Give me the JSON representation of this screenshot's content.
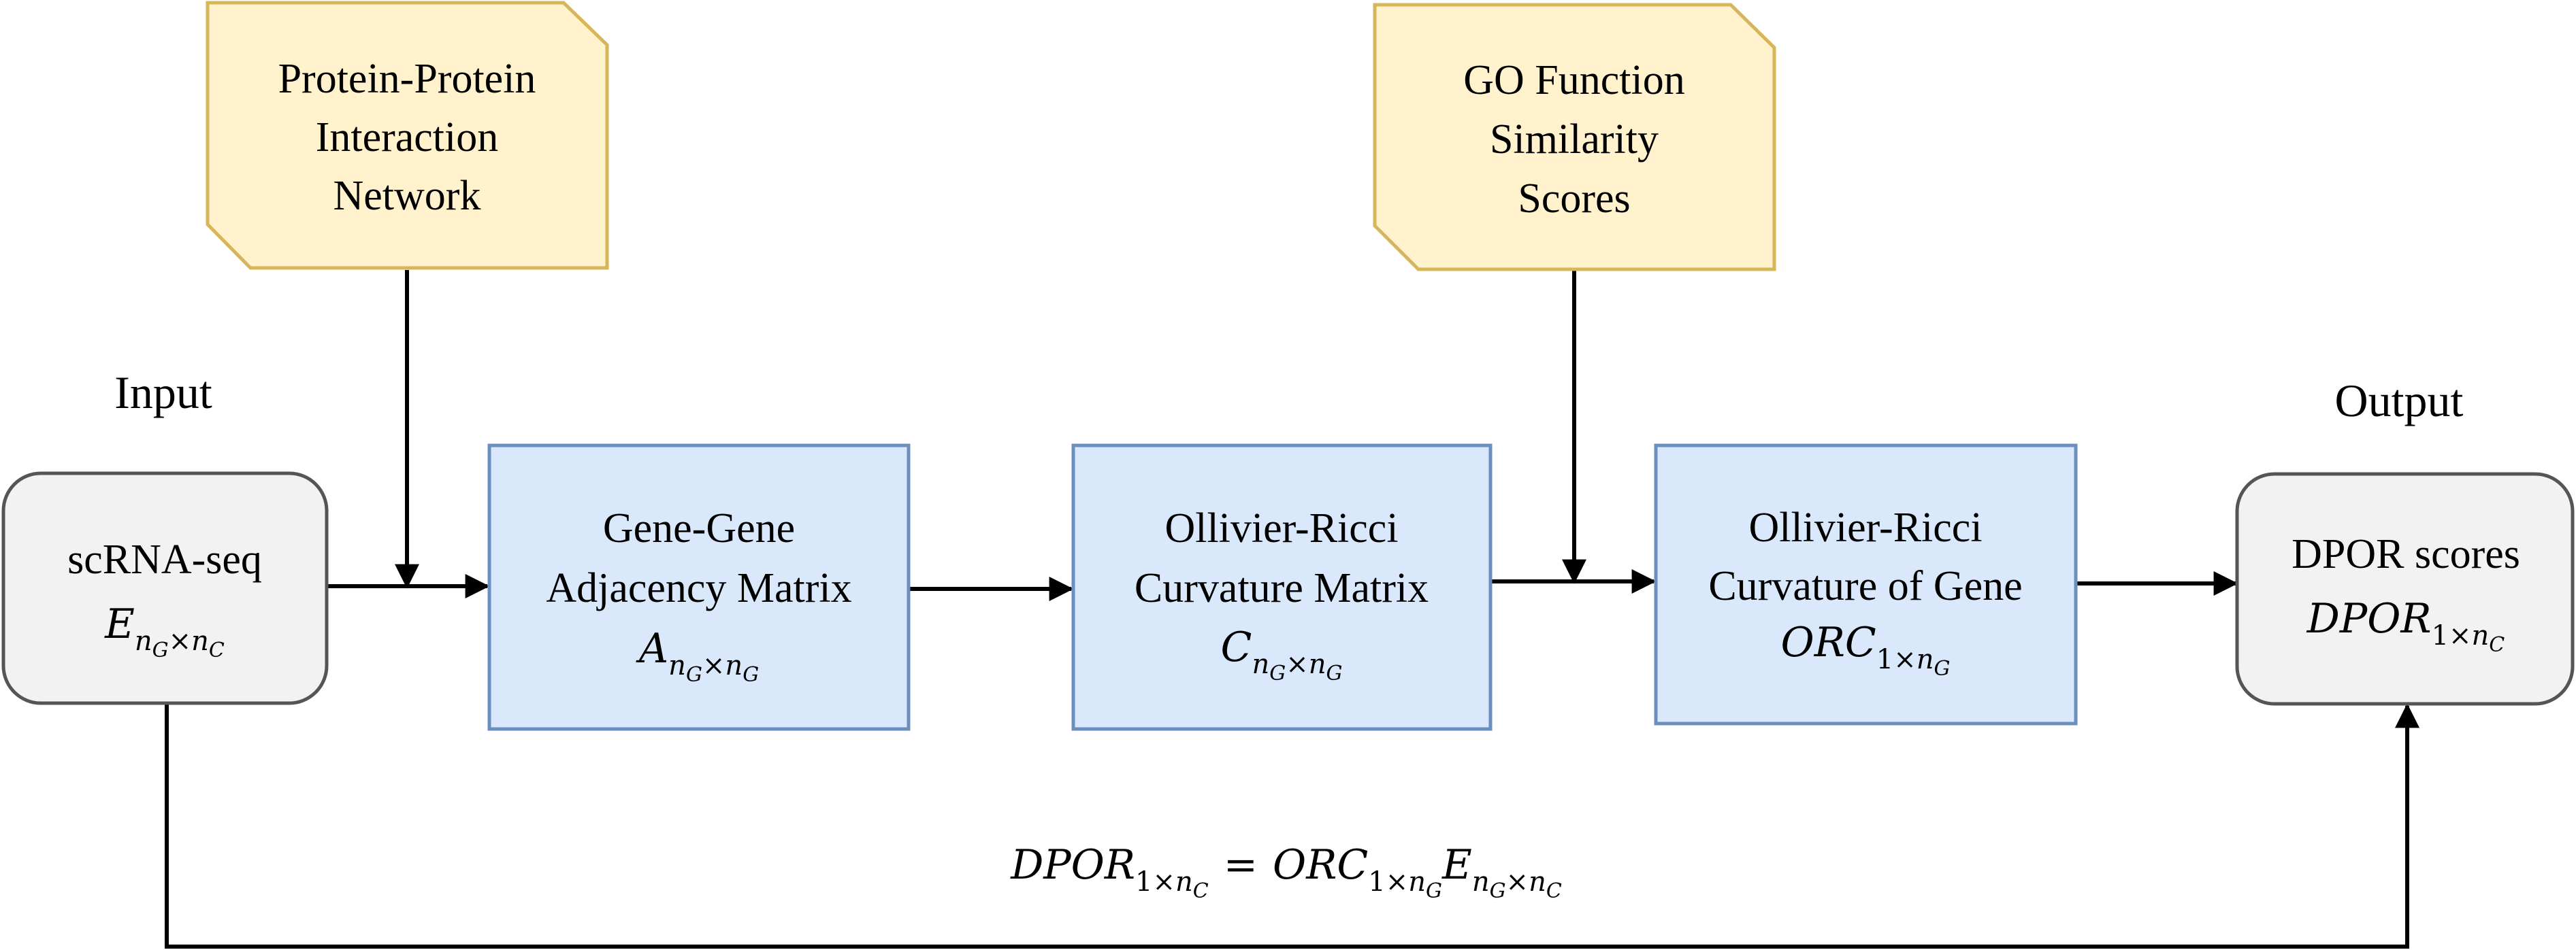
{
  "labels": {
    "input": "Input",
    "output": "Output"
  },
  "nodes": {
    "ppi": {
      "lines": [
        "Protein-Protein",
        "Interaction",
        "Network"
      ]
    },
    "go": {
      "lines": [
        "GO Function",
        "Similarity",
        "Scores"
      ]
    },
    "scrna": {
      "line1": "scRNA-seq",
      "symbol": "E"
    },
    "adjacency": {
      "lines": [
        "Gene-Gene",
        "Adjacency Matrix"
      ],
      "symbol": "A"
    },
    "curvature_matrix": {
      "lines": [
        "Ollivier-Ricci",
        "Curvature Matrix"
      ],
      "symbol": "C"
    },
    "curvature_gene": {
      "lines": [
        "Ollivier-Ricci",
        "Curvature of Gene"
      ],
      "symbol": "ORC"
    },
    "output": {
      "line1": "DPOR scores",
      "symbol": "DPOR"
    }
  },
  "math": {
    "n": "n",
    "G": "G",
    "C": "C",
    "times": "×",
    "one": "1",
    "equals": "=",
    "dpor": "DPOR",
    "orc": "ORC",
    "e": "E"
  },
  "colors": {
    "source_fill": "#fff2cc",
    "source_stroke": "#d6b656",
    "process_fill": "#dae8fc",
    "process_stroke": "#6c8ebf",
    "terminal_fill": "#f2f2f2",
    "terminal_stroke": "#555555",
    "arrow": "#000000"
  }
}
